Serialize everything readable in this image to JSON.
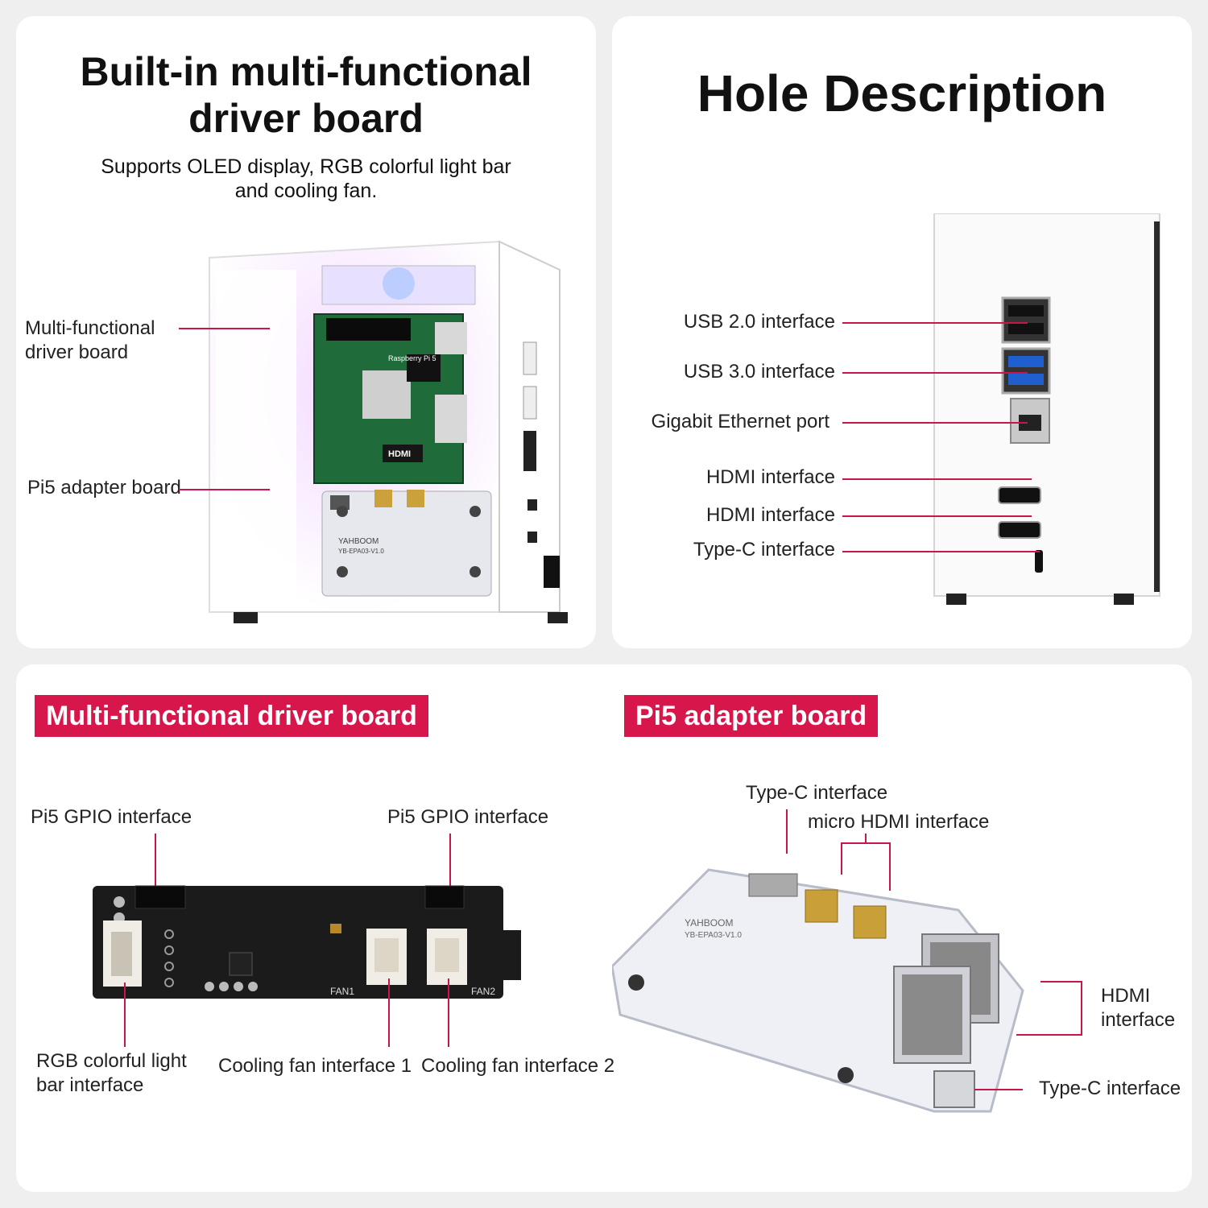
{
  "top_left": {
    "title_line1": "Built-in multi-functional",
    "title_line2": "driver board",
    "subtitle_line1": "Supports OLED display, RGB colorful light bar",
    "subtitle_line2": "and cooling fan.",
    "label_driver_line1": "Multi-functional",
    "label_driver_line2": "driver board",
    "label_adapter": "Pi5 adapter board",
    "product_text_board": "Raspberry Pi 5",
    "product_text_hdmi": "HDMI",
    "product_text_brand": "YAHBOOM",
    "product_text_model": "YB-EPA03-V1.0"
  },
  "top_right": {
    "title": "Hole Description",
    "ports": [
      "USB 2.0 interface",
      "USB 3.0 interface",
      "Gigabit Ethernet port",
      "HDMI interface",
      "HDMI interface",
      "Type-C interface"
    ]
  },
  "bottom_left": {
    "tag": "Multi-functional driver board",
    "label_gpio_left": "Pi5 GPIO interface",
    "label_gpio_right": "Pi5 GPIO interface",
    "label_rgb_line1": "RGB colorful light",
    "label_rgb_line2": "bar interface",
    "label_fan1": "Cooling fan interface 1",
    "label_fan2": "Cooling fan interface 2",
    "silk_fan1": "FAN1",
    "silk_fan2": "FAN2"
  },
  "bottom_right": {
    "tag": "Pi5 adapter board",
    "label_typec_top": "Type-C interface",
    "label_micro_hdmi": "micro HDMI interface",
    "label_hdmi_line1": "HDMI",
    "label_hdmi_line2": "interface",
    "label_typec_side": "Type-C interface",
    "silk_brand": "YAHBOOM",
    "silk_model": "YB-EPA03-V1.0"
  },
  "colors": {
    "accent": "#d7164b",
    "leader_line": "#c8164a",
    "pcb": "#1b1b1b"
  }
}
